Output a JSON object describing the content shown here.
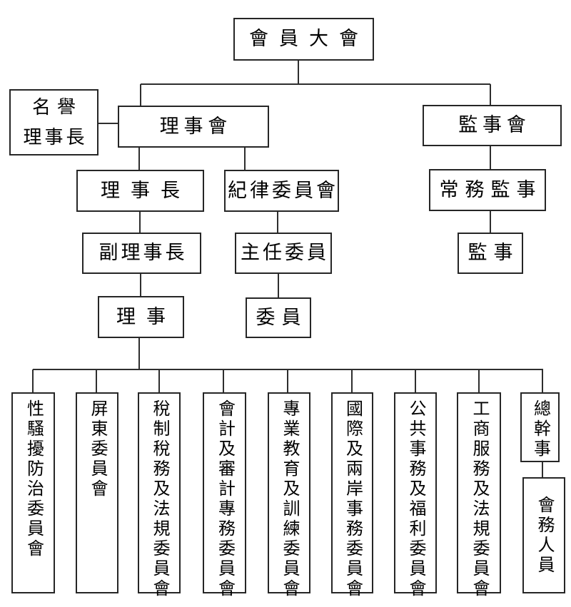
{
  "chart": {
    "type": "org-chart",
    "background": "#ffffff",
    "line_color": "#2e2e2e",
    "text_color": "#000000"
  },
  "nodes": {
    "member_assembly": "會員大會",
    "honorary_chairman_line1": "名譽",
    "honorary_chairman_line2": "理事長",
    "board_of_directors": "理  事  會",
    "board_of_supervisors": "監  事  會",
    "chairman": "理事長",
    "discipline_committee": "紀律委員會",
    "standing_supervisor": "常務監事",
    "vice_chairman": "副理事長",
    "chief_commissioner": "主任委員",
    "supervisor": "監事",
    "director": "理事",
    "commissioner": "委員",
    "secretary_general": "總幹事",
    "association_staff": "會務人員",
    "committees": [
      "性騷擾防治委員會",
      "屏東委員會",
      "稅制稅務及法規委員會",
      "會計及審計專務委員會",
      "專業教育及訓練委員會",
      "國際及兩岸事務委員會",
      "公共事務及福利委員會",
      "工商服務及法規委員會"
    ]
  }
}
